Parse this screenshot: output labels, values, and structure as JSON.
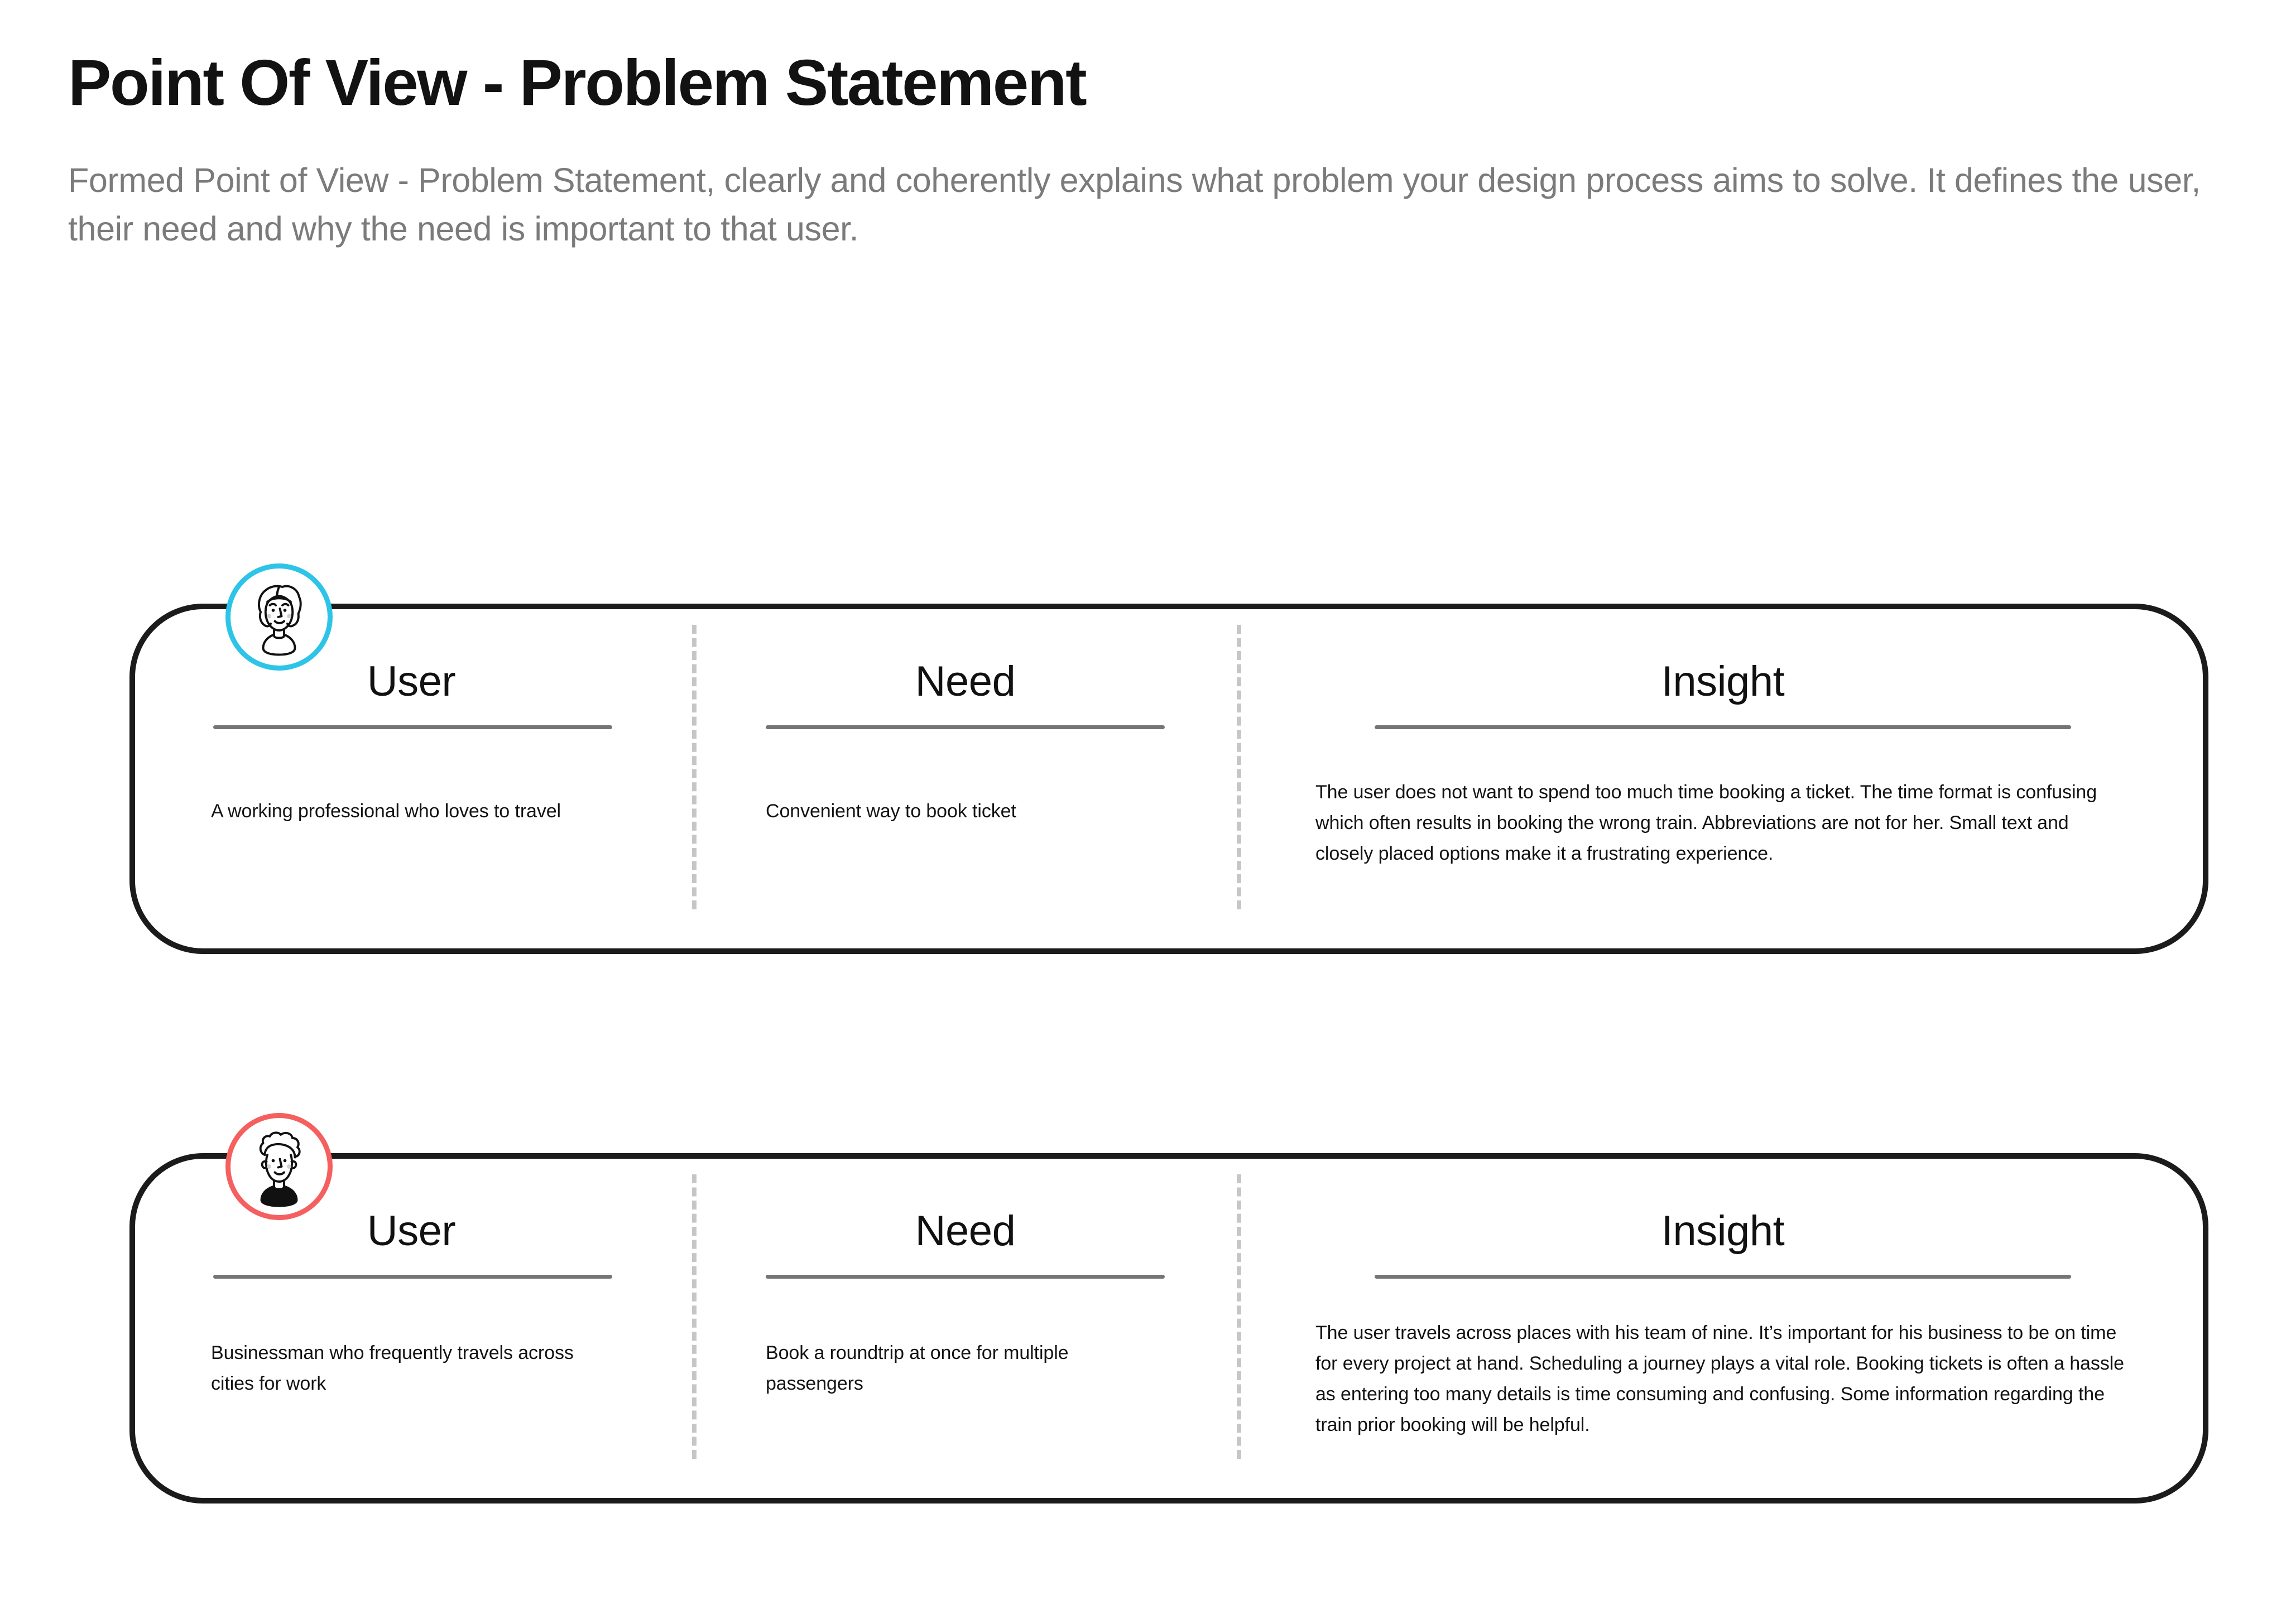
{
  "header": {
    "title": "Point Of View - Problem Statement",
    "description": "Formed Point of View - Problem Statement, clearly and coherently explains what problem your design process aims to solve. It defines the user, their need and why the need is important to that user."
  },
  "columns": {
    "user_label": "User",
    "need_label": "Need",
    "insight_label": "Insight"
  },
  "colors": {
    "avatar_ring_one": "#2ec4e8",
    "avatar_ring_two": "#f4605f",
    "card_border": "#1b1b1b",
    "rule": "#757575",
    "divider": "#c6c6c6",
    "description_text": "#7b7b7b"
  },
  "cards": [
    {
      "avatar_icon": "woman-avatar-icon",
      "avatar_ring_color": "#2ec4e8",
      "user": "A working professional who loves to travel",
      "need": "Convenient way to book ticket",
      "insight": "The user does not want to spend too much time booking a ticket. The time format is confusing which often results in booking the wrong train. Abbreviations are not for her. Small text and closely placed options make it a frustrating experience."
    },
    {
      "avatar_icon": "man-avatar-icon",
      "avatar_ring_color": "#f4605f",
      "user": "Businessman who frequently travels across cities for work",
      "need": "Book a roundtrip at once for multiple passengers",
      "insight": "The user travels across places with his team of nine. It’s important for his business to be on time for every project at hand. Scheduling a journey plays a vital role. Booking tickets is often a hassle as entering too many details is time consuming and confusing. Some information regarding the train prior booking will be helpful."
    }
  ]
}
